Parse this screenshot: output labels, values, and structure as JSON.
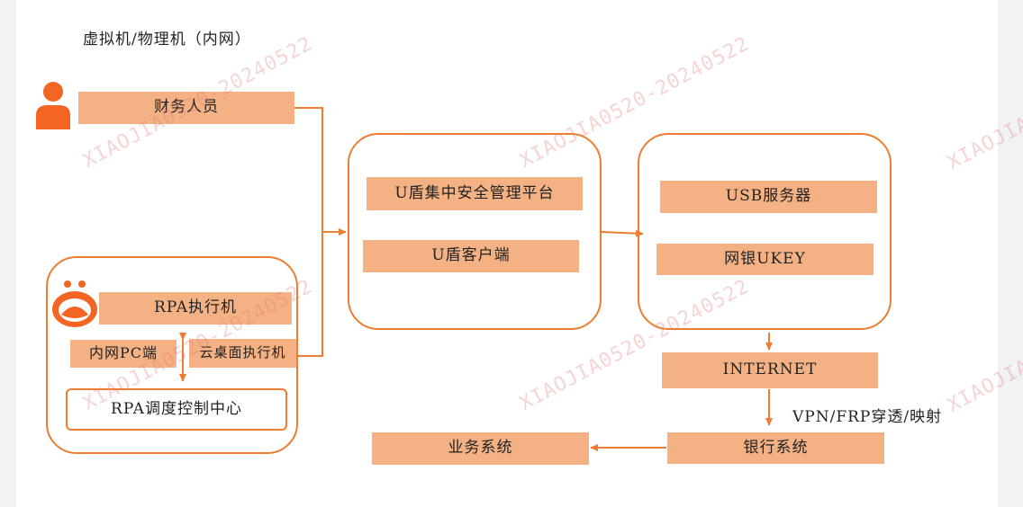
{
  "header": {
    "title": "虚拟机/物理机（内网）"
  },
  "nodes": {
    "finance": "财务人员",
    "rpa_exec": "RPA执行机",
    "intranet_pc": "内网PC端",
    "cloud_desktop": "云桌面执行机",
    "rpa_center": "RPA调度控制中心",
    "ushield_platform": "U盾集中安全管理平台",
    "ushield_client": "U盾客户端",
    "usb_server": "USB服务器",
    "bank_ukey": "网银UKEY",
    "internet": "INTERNET",
    "bank_system": "银行系统",
    "business_system": "业务系统"
  },
  "edge_labels": {
    "vpn": "VPN/FRP穿透/映射"
  },
  "watermark": "XIAOJIA0520-20240522",
  "colors": {
    "accent": "#ed7d31",
    "box_fill": "#f4b183",
    "person_icon": "#f26522"
  },
  "icons": [
    "person-icon",
    "rpa-logo-icon"
  ]
}
